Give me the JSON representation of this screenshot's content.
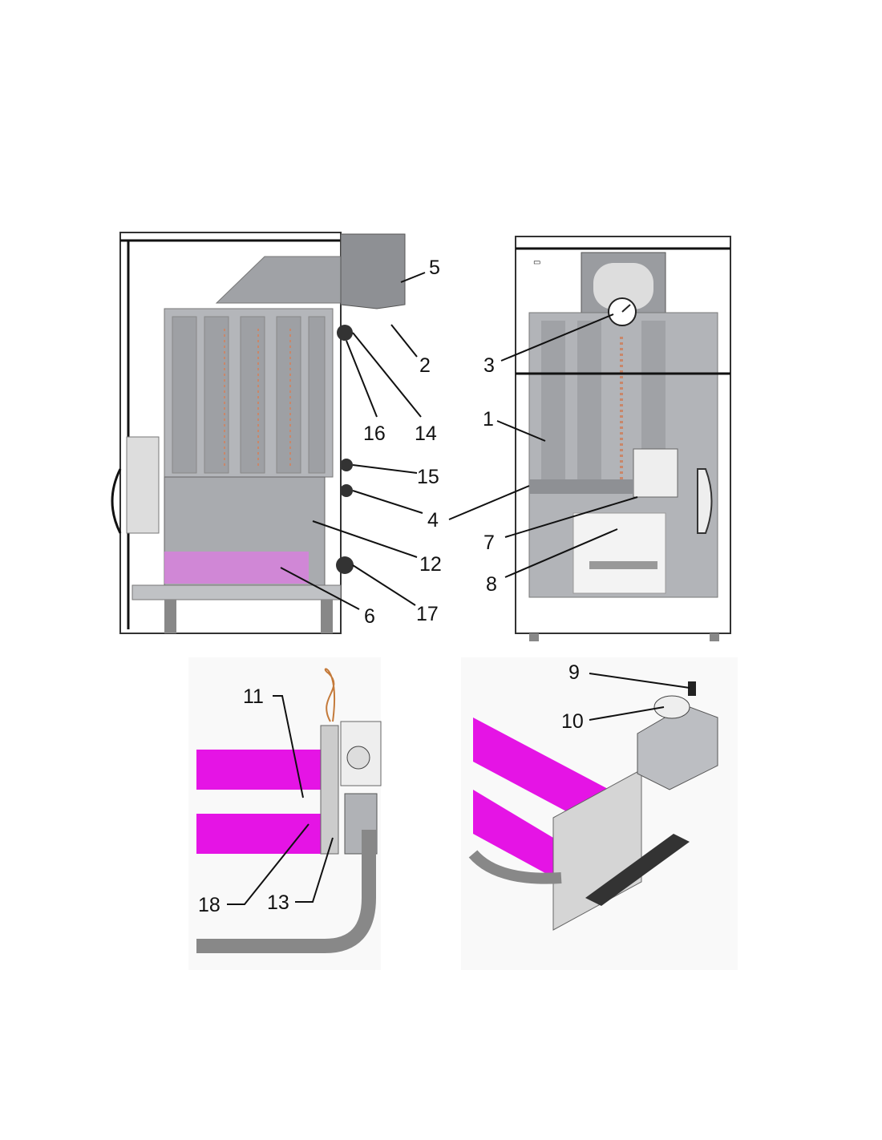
{
  "diagram": {
    "callouts": [
      "1",
      "2",
      "3",
      "4",
      "5",
      "6",
      "7",
      "8",
      "9",
      "10",
      "11",
      "12",
      "13",
      "14",
      "15",
      "16",
      "17",
      "18"
    ],
    "colors": {
      "burner": "#e23de6",
      "body": "#9a9ca0",
      "outline": "#222222"
    }
  }
}
